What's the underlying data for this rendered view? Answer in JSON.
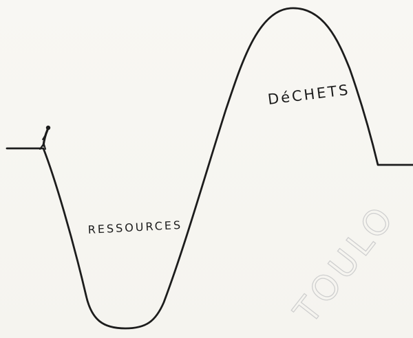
{
  "labels": {
    "resources": "RESSOURCES",
    "waste": "DéCHETS"
  },
  "watermark": "TOULO",
  "colors": {
    "paper": "#f7f6f2",
    "ink": "#1c1c1c",
    "watermark": "#cfcfcf"
  }
}
